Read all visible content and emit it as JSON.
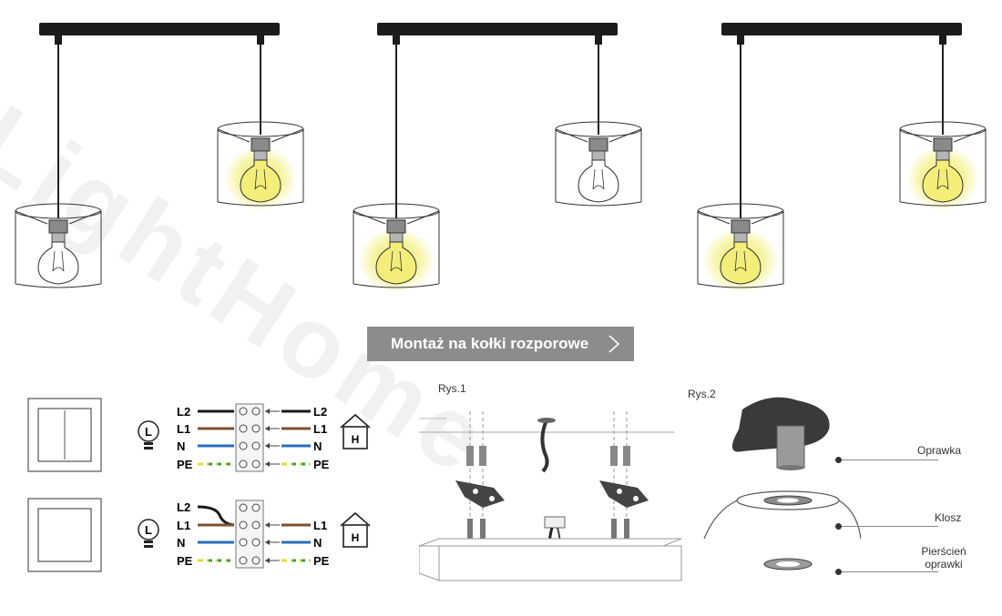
{
  "watermark": "LightHome",
  "banner": {
    "label": "Montaż na kołki rozporowe"
  },
  "rys1": {
    "label": "Rys.1"
  },
  "rys2": {
    "label": "Rys.2",
    "parts": [
      "Oprawka",
      "Klosz",
      "Pierścień oprawki"
    ]
  },
  "wiring_double": {
    "left": [
      "L2",
      "L1",
      "N",
      "PE"
    ],
    "right": [
      "L2",
      "L1",
      "N",
      "PE"
    ],
    "lamp_letter": "L",
    "house_letter": "H"
  },
  "wiring_single": {
    "left": [
      "L2",
      "L1",
      "N",
      "PE"
    ],
    "right": [
      "L1",
      "N",
      "PE"
    ],
    "lamp_letter": "L",
    "house_letter": "H"
  },
  "wire_colors": {
    "L2": "#1a1a1a",
    "L1": "#7a5230",
    "N": "#2a6fb8",
    "PE_a": "#e8d93a",
    "PE_b": "#3aa04a"
  },
  "bulb_glow": "#f3ee7a",
  "lamps": [
    {
      "name": "variant-1",
      "lit": [
        "right"
      ]
    },
    {
      "name": "variant-2",
      "lit": [
        "left"
      ]
    },
    {
      "name": "variant-3",
      "lit": [
        "left",
        "right"
      ]
    }
  ]
}
